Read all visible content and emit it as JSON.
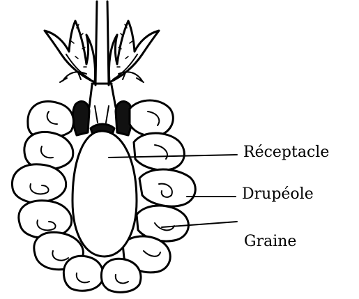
{
  "labels": {
    "receptacle": "Réceptacle",
    "drupeole": "Drupéole",
    "graine": "Graine"
  },
  "colors": {
    "ink": "#000000",
    "paper": "#ffffff"
  }
}
